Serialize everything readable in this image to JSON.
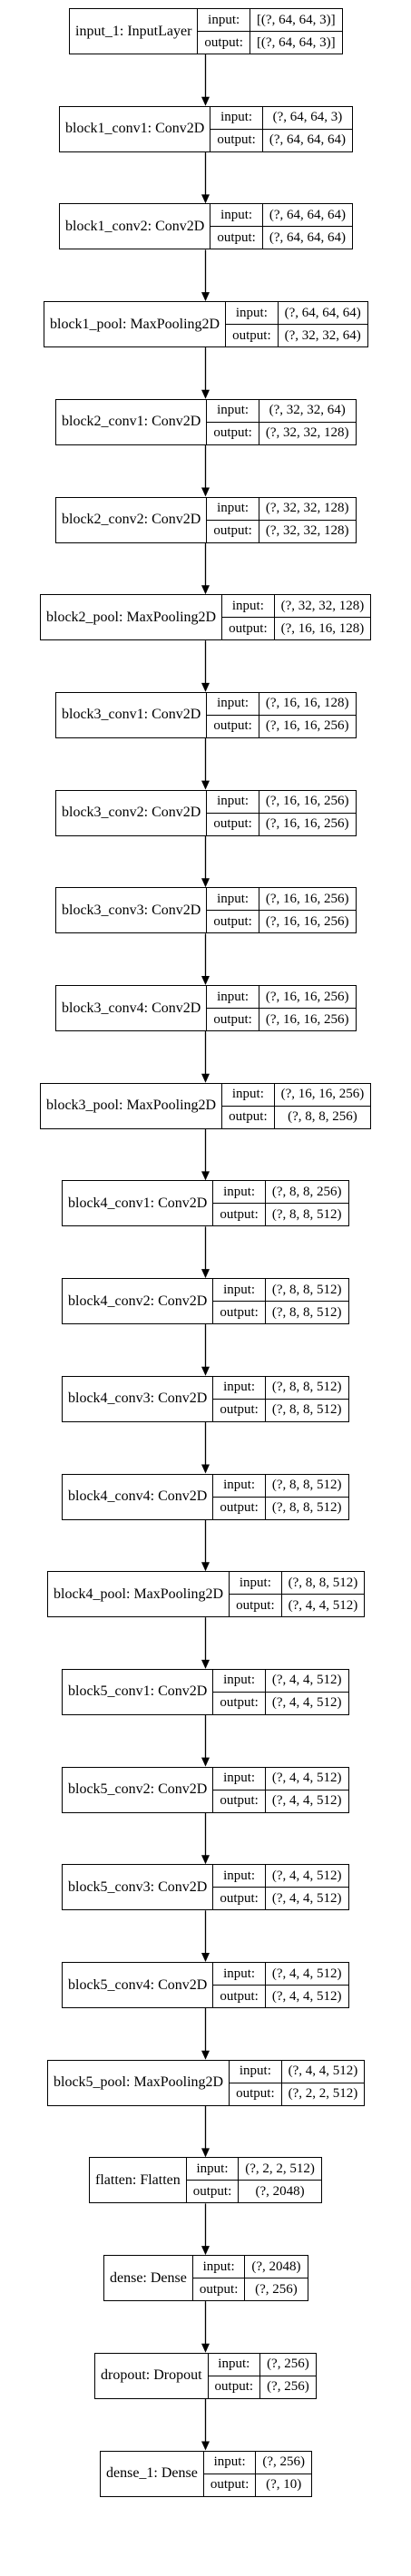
{
  "labels": {
    "input": "input:",
    "output": "output:"
  },
  "layers": [
    {
      "name": "input_1: InputLayer",
      "input": "[(?, 64, 64, 3)]",
      "output": "[(?, 64, 64, 3)]"
    },
    {
      "name": "block1_conv1: Conv2D",
      "input": "(?, 64, 64, 3)",
      "output": "(?, 64, 64, 64)"
    },
    {
      "name": "block1_conv2: Conv2D",
      "input": "(?, 64, 64, 64)",
      "output": "(?, 64, 64, 64)"
    },
    {
      "name": "block1_pool: MaxPooling2D",
      "input": "(?, 64, 64, 64)",
      "output": "(?, 32, 32, 64)"
    },
    {
      "name": "block2_conv1: Conv2D",
      "input": "(?, 32, 32, 64)",
      "output": "(?, 32, 32, 128)"
    },
    {
      "name": "block2_conv2: Conv2D",
      "input": "(?, 32, 32, 128)",
      "output": "(?, 32, 32, 128)"
    },
    {
      "name": "block2_pool: MaxPooling2D",
      "input": "(?, 32, 32, 128)",
      "output": "(?, 16, 16, 128)"
    },
    {
      "name": "block3_conv1: Conv2D",
      "input": "(?, 16, 16, 128)",
      "output": "(?, 16, 16, 256)"
    },
    {
      "name": "block3_conv2: Conv2D",
      "input": "(?, 16, 16, 256)",
      "output": "(?, 16, 16, 256)"
    },
    {
      "name": "block3_conv3: Conv2D",
      "input": "(?, 16, 16, 256)",
      "output": "(?, 16, 16, 256)"
    },
    {
      "name": "block3_conv4: Conv2D",
      "input": "(?, 16, 16, 256)",
      "output": "(?, 16, 16, 256)"
    },
    {
      "name": "block3_pool: MaxPooling2D",
      "input": "(?, 16, 16, 256)",
      "output": "(?, 8, 8, 256)"
    },
    {
      "name": "block4_conv1: Conv2D",
      "input": "(?, 8, 8, 256)",
      "output": "(?, 8, 8, 512)"
    },
    {
      "name": "block4_conv2: Conv2D",
      "input": "(?, 8, 8, 512)",
      "output": "(?, 8, 8, 512)"
    },
    {
      "name": "block4_conv3: Conv2D",
      "input": "(?, 8, 8, 512)",
      "output": "(?, 8, 8, 512)"
    },
    {
      "name": "block4_conv4: Conv2D",
      "input": "(?, 8, 8, 512)",
      "output": "(?, 8, 8, 512)"
    },
    {
      "name": "block4_pool: MaxPooling2D",
      "input": "(?, 8, 8, 512)",
      "output": "(?, 4, 4, 512)"
    },
    {
      "name": "block5_conv1: Conv2D",
      "input": "(?, 4, 4, 512)",
      "output": "(?, 4, 4, 512)"
    },
    {
      "name": "block5_conv2: Conv2D",
      "input": "(?, 4, 4, 512)",
      "output": "(?, 4, 4, 512)"
    },
    {
      "name": "block5_conv3: Conv2D",
      "input": "(?, 4, 4, 512)",
      "output": "(?, 4, 4, 512)"
    },
    {
      "name": "block5_conv4: Conv2D",
      "input": "(?, 4, 4, 512)",
      "output": "(?, 4, 4, 512)"
    },
    {
      "name": "block5_pool: MaxPooling2D",
      "input": "(?, 4, 4, 512)",
      "output": "(?, 2, 2, 512)"
    },
    {
      "name": "flatten: Flatten",
      "input": "(?, 2, 2, 512)",
      "output": "(?, 2048)"
    },
    {
      "name": "dense: Dense",
      "input": "(?, 2048)",
      "output": "(?, 256)"
    },
    {
      "name": "dropout: Dropout",
      "input": "(?, 256)",
      "output": "(?, 256)"
    },
    {
      "name": "dense_1: Dense",
      "input": "(?, 256)",
      "output": "(?, 10)"
    }
  ]
}
